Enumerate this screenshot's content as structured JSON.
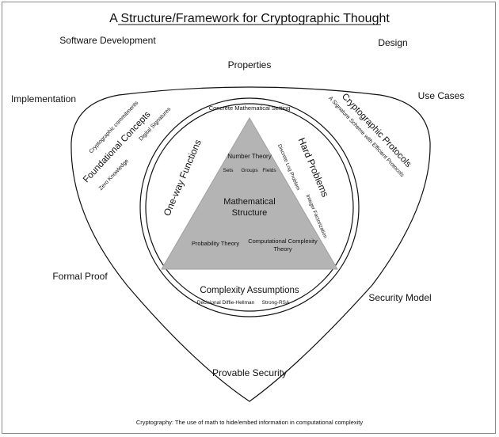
{
  "title": "A Structure/Framework for Cryptographic Thought",
  "outer_labels": {
    "software_development": "Software Development",
    "design": "Design",
    "properties": "Properties",
    "implementation": "Implementation",
    "use_cases": "Use Cases",
    "formal_proof": "Formal Proof",
    "security_model": "Security Model",
    "provable_security": "Provable Security"
  },
  "left_region": {
    "heading": "Foundational Concepts",
    "items": [
      "Cryptographic commitments",
      "Digital Signatures",
      "Zero Knowledge"
    ]
  },
  "right_region": {
    "heading": "Cryptographic Protocols",
    "subtitle": "A Signature Scheme with Efficient Protocols"
  },
  "circle": {
    "top_label": "Concrete Mathematical Setting",
    "left_heading": "One-way Functions",
    "right_heading": "Hard Problems",
    "right_items": [
      "Discrete Log Problem",
      "Integer Factorization"
    ],
    "bottom_heading": "Complexity Assumptions",
    "bottom_items": [
      "Decisional Diffie-Hellman",
      "Strong-RSA"
    ]
  },
  "triangle": {
    "top_label": "Number Theory",
    "sub_items": [
      "Sets",
      "Groups",
      "Fields"
    ],
    "center_line1": "Mathematical",
    "center_line2": "Structure",
    "bottom_left": "Probability Theory",
    "bottom_right_line1": "Computational Complexity",
    "bottom_right_line2": "Theory"
  },
  "footer": "Cryptography: The use of math to hide/embed information in computational complexity"
}
